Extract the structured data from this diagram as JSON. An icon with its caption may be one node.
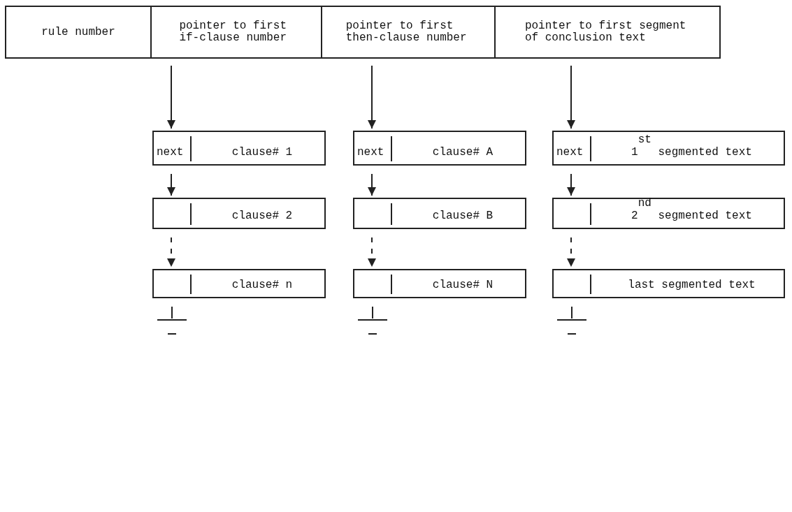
{
  "diagram": {
    "nodes": [
      {
        "text": [],
        "shape": "box"
      },
      {
        "text": [
          "rule number"
        ],
        "in": 0
      },
      {
        "text": [
          "pointer to first if-clause number"
        ],
        "in": 0
      },
      {
        "text": [
          "pointer to first then-clause number"
        ],
        "in": 0
      },
      {
        "text": [
          "pointer to first segment of conclusion text"
        ],
        "in": 0
      },
      {
        "text": [
          "next",
          "clause# 1"
        ]
      },
      {
        "text": [
          "next",
          "clause# A"
        ]
      },
      {
        "text": [
          "next",
          "1$^{st}$ segmented text"
        ]
      },
      {
        "text": [
          "clause# 2"
        ]
      },
      {
        "text": [
          "clause# B"
        ]
      },
      {
        "text": [
          "2$^{nd}$ segmented text"
        ]
      },
      {
        "text": [
          "clause# n"
        ]
      },
      {
        "text": [
          "clause# N"
        ]
      },
      {
        "text": [
          "last segmented text"
        ]
      },
      {
        "text": [],
        "shape": "ground"
      },
      {
        "text": [],
        "shape": "ground"
      },
      {
        "text": [],
        "shape": "ground"
      }
    ],
    "edges": [
      {
        "from": 2,
        "to": 5,
        "arrow": "to"
      },
      {
        "from": 3,
        "to": 6,
        "arrow": "to"
      },
      {
        "from": 4,
        "to": 7,
        "arrow": "to"
      },
      {
        "from": 5,
        "to": 8,
        "arrow": "to"
      },
      {
        "from": 6,
        "to": 9,
        "arrow": "to"
      },
      {
        "from": 7,
        "to": 10,
        "arrow": "to"
      },
      {
        "from": 8,
        "to": 11,
        "arrow": "to",
        "style": "dashed"
      },
      {
        "from": 9,
        "to": 12,
        "arrow": "to",
        "style": "dashed"
      },
      {
        "from": 10,
        "to": 13,
        "arrow": "to",
        "style": "dashed"
      },
      {
        "from": 11,
        "to": 14,
        "arrow": "none"
      },
      {
        "from": 12,
        "to": 15,
        "arrow": "none"
      },
      {
        "from": 13,
        "to": 16,
        "arrow": "none"
      }
    ]
  }
}
